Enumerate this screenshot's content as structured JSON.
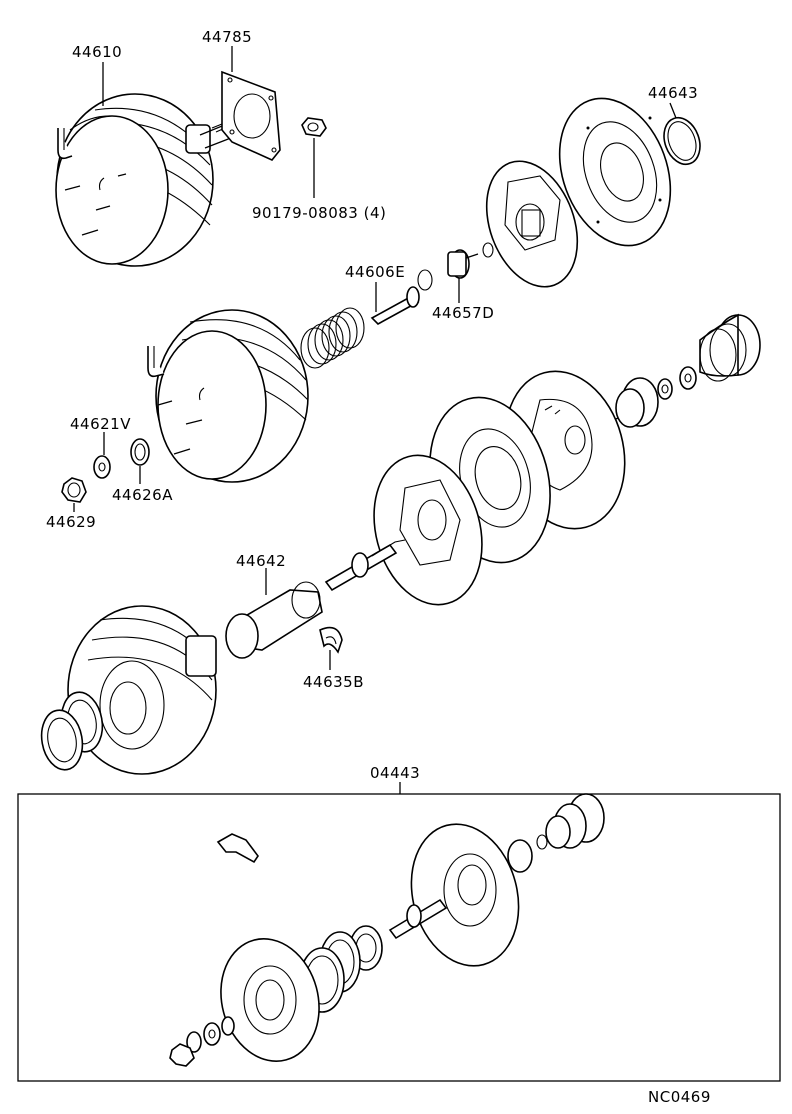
{
  "labels": {
    "booster_assembly": "44610",
    "gasket": "44785",
    "nut": "90179-08083 (4)",
    "o_ring": "44643",
    "push_rod_pin": "44606E",
    "valve_retainer": "44657D",
    "seal": "44621V",
    "retainer_a": "44626A",
    "snap_ring": "44629",
    "boot": "44642",
    "key": "44635B",
    "repair_kit": "04443"
  },
  "diagram_code": "NC0469"
}
